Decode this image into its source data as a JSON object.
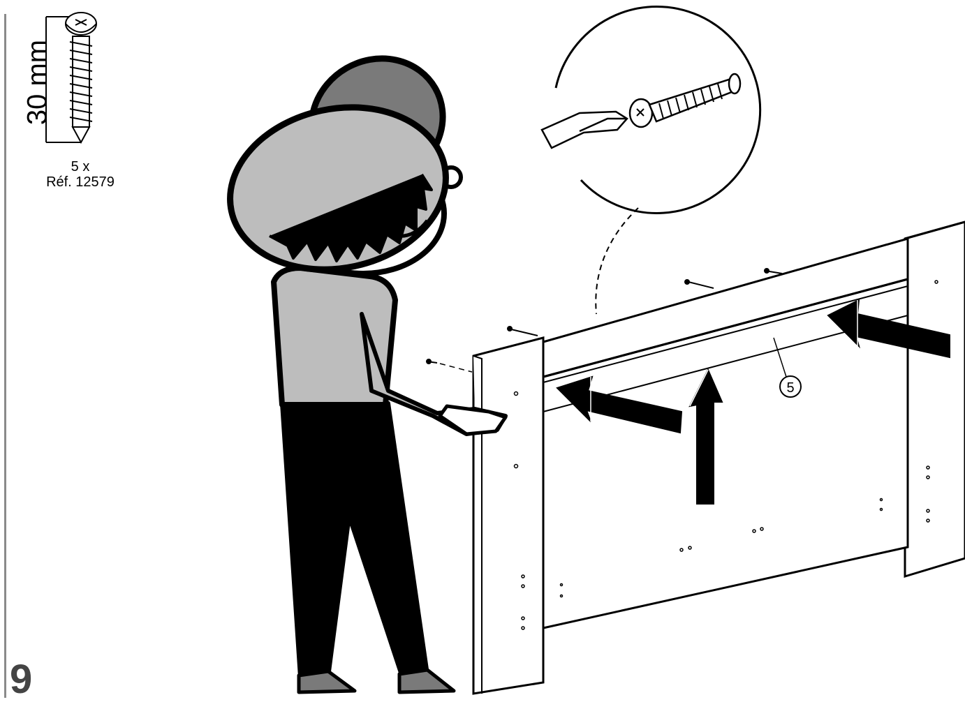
{
  "step_number": "9",
  "hardware": {
    "length_label": "30 mm",
    "quantity": "5 x",
    "reference": "Réf. 12579",
    "icon": "wood-screw-icon"
  },
  "part_callout": "5",
  "icons": [
    "person-icon",
    "screwdriver-icon",
    "screw-icon",
    "arrow-icon"
  ],
  "colors": {
    "ink": "#000000",
    "cap_dark": "#7a7a7a",
    "cap_light": "#bdbdbd",
    "shirt": "#bdbdbd",
    "rule": "#8a8a8a"
  }
}
